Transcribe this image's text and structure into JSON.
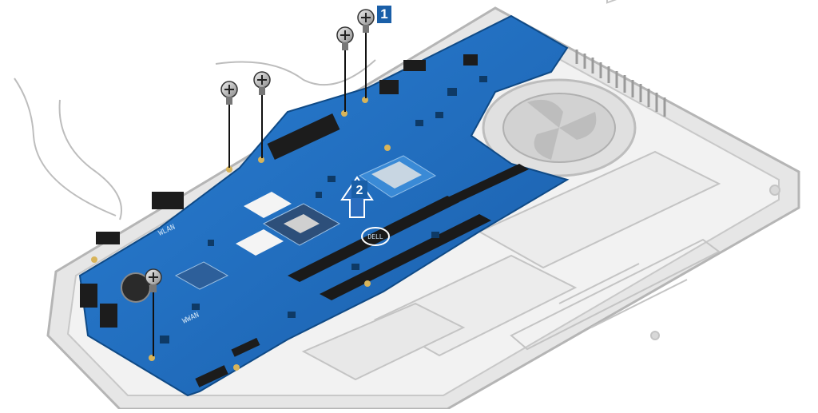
{
  "callouts": [
    {
      "label": "1"
    },
    {
      "label": "2"
    }
  ],
  "board_silkscreen": {
    "wlan": "WLAN",
    "wwan": "WWAN",
    "brand": "DELL"
  },
  "colors": {
    "board": "#1f6fc4",
    "chassis": "#d9d9d9",
    "callout": "#1a5fa8",
    "arrow": "#2a6dbf"
  },
  "icons": {
    "screw": "screw-icon",
    "arrow": "lift-arrow-icon"
  }
}
